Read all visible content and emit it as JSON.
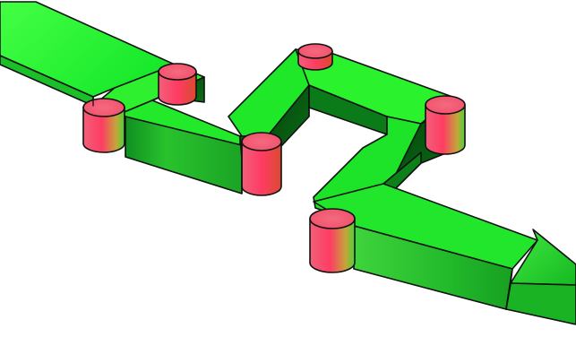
{
  "colors": {
    "path_top": "#22ff22",
    "path_front_light": "#2fd22f",
    "path_front_dark": "#0a6f16",
    "path_shadow": "#064a0e",
    "node_top": "#f0556b",
    "node_body": "#ff3c63",
    "node_shade": "#c92a4a",
    "outline": "#111111",
    "background": "#ffffff"
  },
  "diagram": {
    "style": "3D isometric arrow path",
    "segments": 9,
    "arrow_head": "right",
    "nodes": [
      {
        "id": "node-1"
      },
      {
        "id": "node-2"
      },
      {
        "id": "node-3"
      },
      {
        "id": "node-4"
      },
      {
        "id": "node-5"
      },
      {
        "id": "node-6"
      },
      {
        "id": "node-7"
      }
    ]
  }
}
